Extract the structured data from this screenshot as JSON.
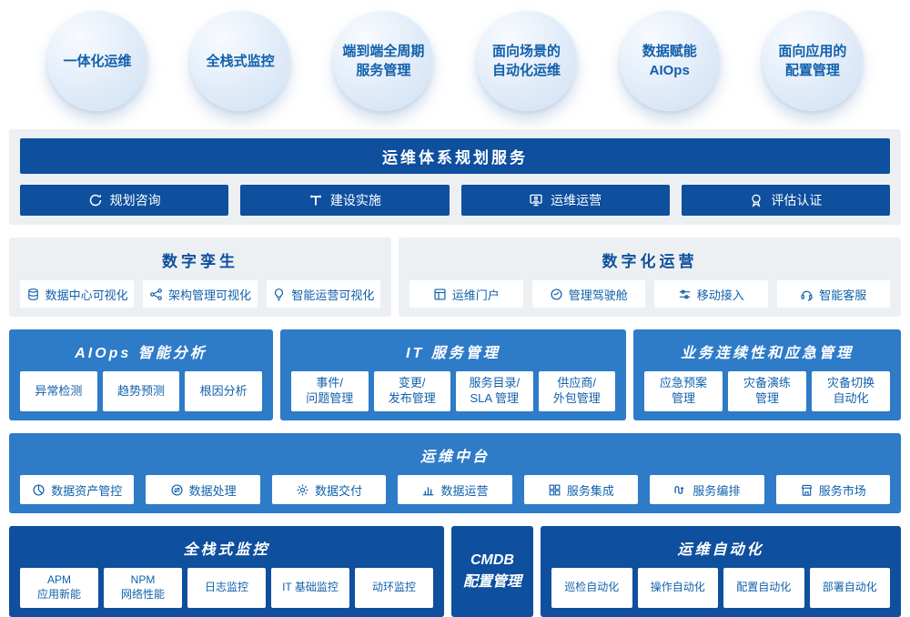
{
  "badges": [
    "一体化运维",
    "全栈式监控",
    "端到端全周期\n服务管理",
    "面向场景的\n自动化运维",
    "数据赋能\nAIOps",
    "面向应用的\n配置管理"
  ],
  "planning": {
    "title": "运维体系规划服务",
    "items": [
      {
        "icon": "refresh-icon",
        "label": "规划咨询"
      },
      {
        "icon": "hammer-icon",
        "label": "建设实施"
      },
      {
        "icon": "monitor-user-icon",
        "label": "运维运营"
      },
      {
        "icon": "certificate-icon",
        "label": "评估认证"
      }
    ]
  },
  "digital_twin": {
    "title": "数字孪生",
    "items": [
      {
        "icon": "database-icon",
        "label": "数据中心可视化"
      },
      {
        "icon": "topology-icon",
        "label": "架构管理可视化"
      },
      {
        "icon": "bulb-icon",
        "label": "智能运营可视化"
      }
    ]
  },
  "digital_ops": {
    "title": "数字化运营",
    "items": [
      {
        "icon": "portal-icon",
        "label": "运维门户"
      },
      {
        "icon": "gauge-icon",
        "label": "管理驾驶舱"
      },
      {
        "icon": "sliders-icon",
        "label": "移动接入"
      },
      {
        "icon": "headset-icon",
        "label": "智能客服"
      }
    ]
  },
  "aiops": {
    "title": "AIOps 智能分析",
    "items": [
      "异常检测",
      "趋势预测",
      "根因分析"
    ]
  },
  "itsm": {
    "title": "IT 服务管理",
    "items": [
      "事件/\n问题管理",
      "变更/\n发布管理",
      "服务目录/\nSLA 管理",
      "供应商/\n外包管理"
    ]
  },
  "bcm": {
    "title": "业务连续性和应急管理",
    "items": [
      "应急预案\n管理",
      "灾备演练\n管理",
      "灾备切换\n自动化"
    ]
  },
  "middle_platform": {
    "title": "运维中台",
    "items": [
      {
        "icon": "pie-chart-icon",
        "label": "数据资产管控"
      },
      {
        "icon": "process-arrows-icon",
        "label": "数据处理"
      },
      {
        "icon": "gear-icon",
        "label": "数据交付"
      },
      {
        "icon": "bar-chart-icon",
        "label": "数据运营"
      },
      {
        "icon": "integration-grid-icon",
        "label": "服务集成"
      },
      {
        "icon": "orchestration-icon",
        "label": "服务编排"
      },
      {
        "icon": "market-icon",
        "label": "服务市场"
      }
    ]
  },
  "monitoring": {
    "title": "全栈式监控",
    "items": [
      "APM\n应用新能",
      "NPM\n网络性能",
      "日志监控",
      "IT 基础监控",
      "动环监控"
    ]
  },
  "cmdb": {
    "title": "CMDB\n配置管理"
  },
  "automation": {
    "title": "运维自动化",
    "items": [
      "巡检自动化",
      "操作自动化",
      "配置自动化",
      "部署自动化"
    ]
  },
  "colors": {
    "dark_blue": "#0e4f9e",
    "medium_blue": "#2e7bc8",
    "panel_gray": "#edf0f3",
    "text_blue": "#1160ab",
    "badge_fill": "#dbe8f7"
  }
}
